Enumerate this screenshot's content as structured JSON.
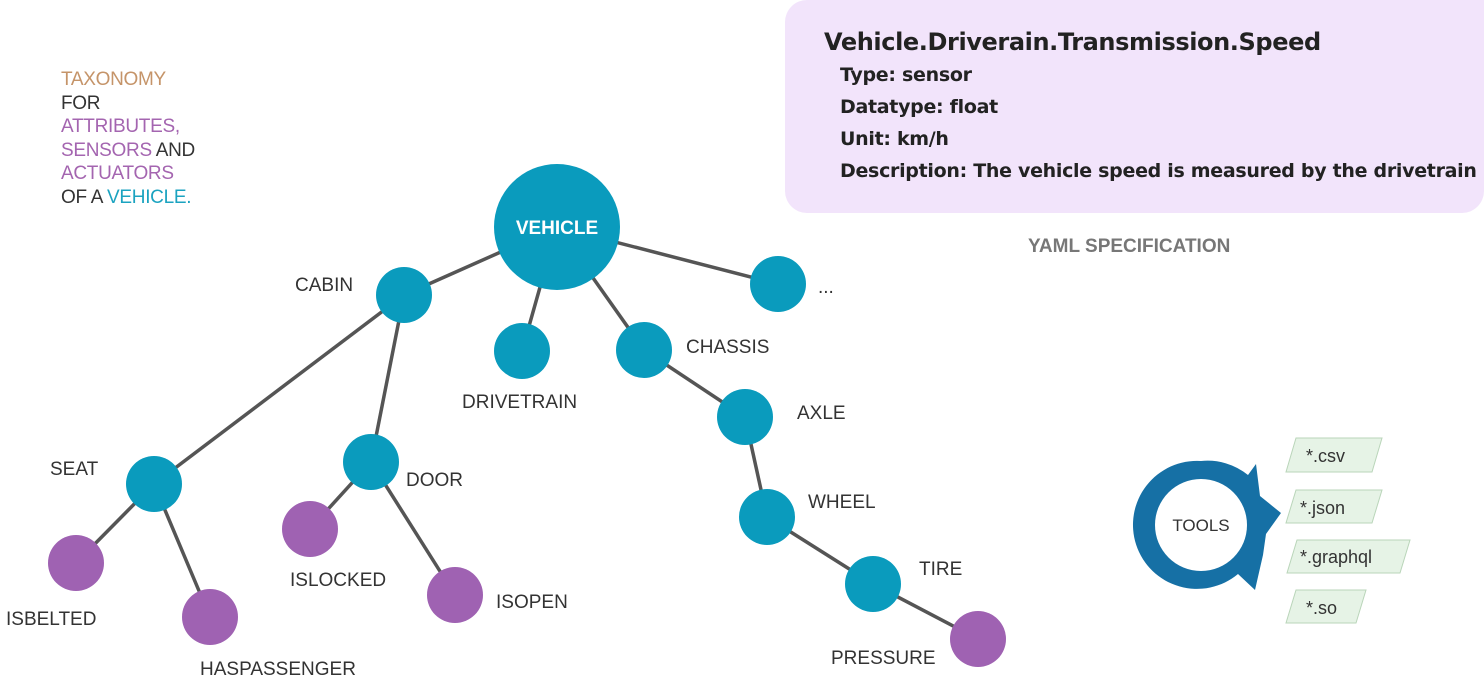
{
  "legend": {
    "line1": "TAXONOMY",
    "line2": "FOR",
    "line3": "ATTRIBUTES,",
    "line4a": "SENSORS",
    "line4b": " AND",
    "line5": "ACTUATORS",
    "line6a": "OF A ",
    "line6b": "VEHICLE",
    "line6c": "."
  },
  "spec": {
    "title": "Vehicle.Driverain.Transmission.Speed",
    "type": "Type: sensor",
    "datatype": "Datatype: float",
    "unit": "Unit: km/h",
    "description": "Description: The vehicle speed is measured by the drivetrain"
  },
  "yaml_label": "YAML SPECIFICATION",
  "tools": {
    "label": "TOOLS",
    "formats": [
      "*.csv",
      "*.json",
      "*.graphql",
      "*.so"
    ]
  },
  "colors": {
    "branch": "#0a9bbd",
    "leaf": "#9f62b2",
    "edge": "#555555",
    "tools": "#1670a5",
    "format_bg": "#e6f3e6"
  },
  "tree": {
    "nodes": {
      "vehicle": "VEHICLE",
      "cabin": "CABIN",
      "drivetrain": "DRIVETRAIN",
      "chassis": "CHASSIS",
      "more": "...",
      "seat": "SEAT",
      "door": "DOOR",
      "axle": "AXLE",
      "wheel": "WHEEL",
      "tire": "TIRE",
      "isbelted": "ISBELTED",
      "haspassenger": "HASPASSENGER",
      "islocked": "ISLOCKED",
      "isopen": "ISOPEN",
      "pressure": "PRESSURE"
    }
  }
}
